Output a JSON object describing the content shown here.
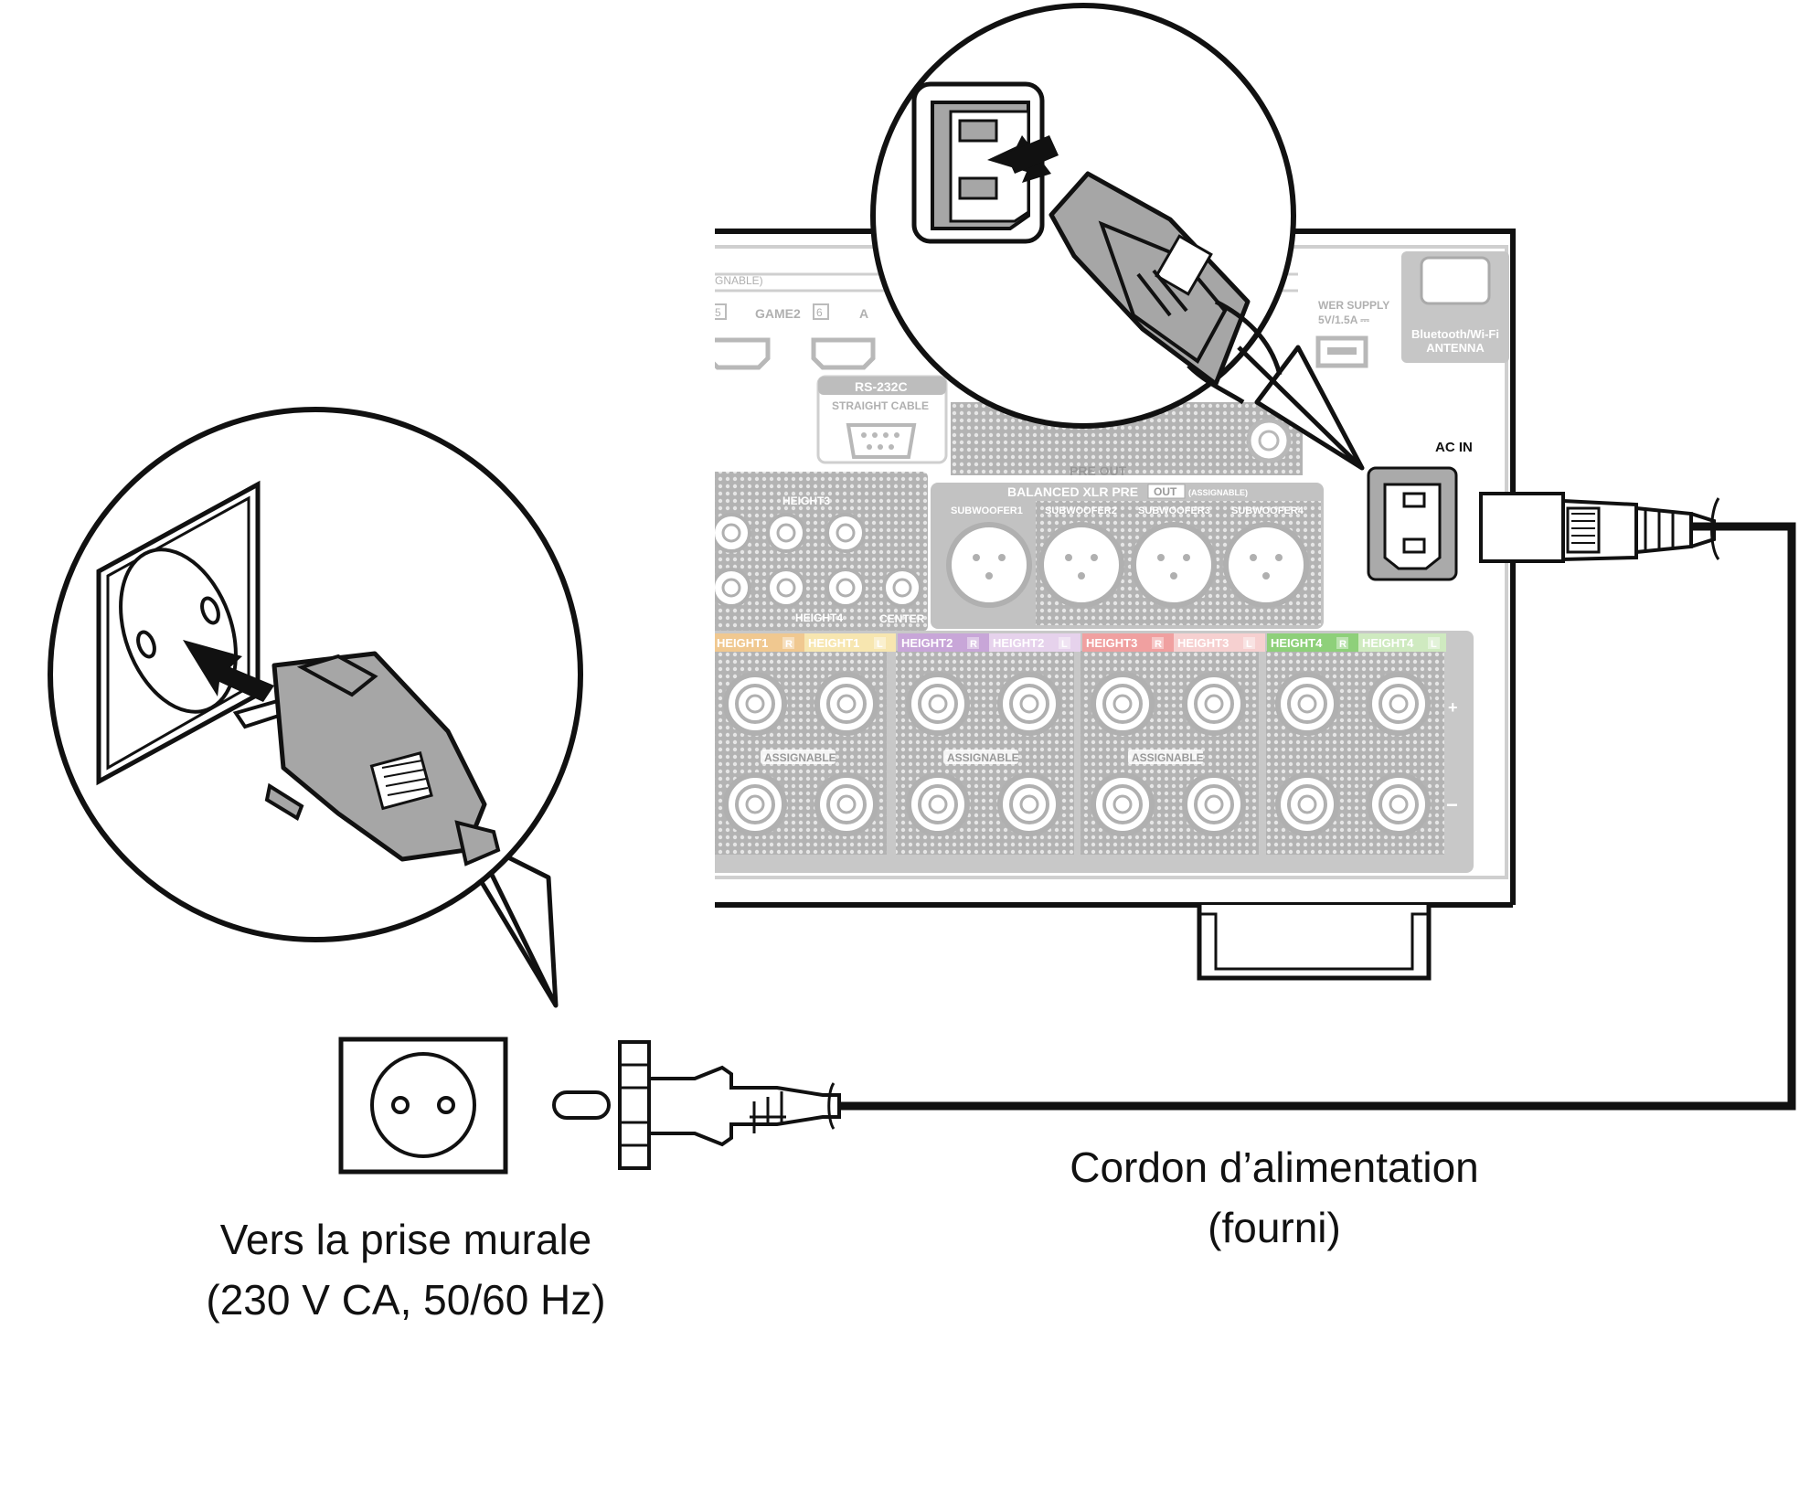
{
  "labels": {
    "wall_outlet_line1": "Vers la prise murale",
    "wall_outlet_line2": "(230 V CA, 50/60 Hz)",
    "power_cord_line1": "Cordon d’alimentation",
    "power_cord_line2": "(fourni)"
  },
  "panel": {
    "ac_in": "AC IN",
    "antenna_line1": "Bluetooth/Wi-Fi",
    "antenna_line2": "ANTENNA",
    "power_supply_line1": "WER SUPPLY",
    "power_supply_line2": "5V/1.5A ⎓",
    "rs232c": "RS-232C",
    "straight_cable": "STRAIGHT CABLE",
    "assignable_top": "GNABLE)",
    "game2": "GAME2",
    "hdmi_num_5": "5",
    "hdmi_num_6": "6",
    "hdmi_a": "A",
    "pre_out": "PRE OUT",
    "balanced_xlr": "BALANCED XLR PRE",
    "balanced_out": "OUT",
    "balanced_assignable": "(ASSIGNABLE)",
    "sub1": "SUBWOOFER1",
    "sub2": "SUBWOOFER2",
    "sub3": "SUBWOOFER3",
    "sub4": "SUBWOOFER4",
    "height3_small": "HEIGHT3",
    "height4_small": "HEIGHT4",
    "center_small": "CENTER",
    "h1r": "HEIGHT1",
    "h1l": "HEIGHT1",
    "h2r": "HEIGHT2",
    "h2l": "HEIGHT2",
    "h3r": "HEIGHT3",
    "h3l": "HEIGHT3",
    "h4r": "HEIGHT4",
    "h4l": "HEIGHT4",
    "r_mark": "R",
    "l_mark": "L",
    "assignable": "ASSIGNABLE",
    "plus": "+",
    "minus": "−"
  },
  "colors": {
    "line": "#111111",
    "panel_gray": "#c8c8c8",
    "connector_gray": "#a6a6a6",
    "height1": "#f0c890",
    "height2": "#c8a6d8",
    "height3": "#f0a0a0",
    "height4": "#8ed07a"
  }
}
